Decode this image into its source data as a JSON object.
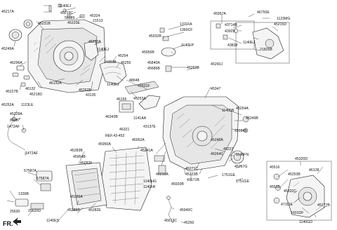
{
  "labels": [
    "45217A",
    "1140EJ",
    "45219C",
    "56389",
    "45220E",
    "45324",
    "21513",
    "45231B",
    "45249A",
    "46296A",
    "45227B",
    "46132",
    "46132A",
    "45218D",
    "45262B",
    "43135",
    "45272A",
    "1140EJ",
    "1430JB",
    "45254",
    "45255",
    "48648",
    "45931F",
    "1140EJ",
    "45253A",
    "46155",
    "45252A",
    "1123LE",
    "45228A",
    "89087",
    "1472AF",
    "1472AF",
    "46343B",
    "46321",
    "1141AA",
    "43137E",
    "1311FA",
    "1360CF",
    "45932B",
    "1140EP",
    "45956B",
    "45840A",
    "45686B",
    "45262B",
    "45260J",
    "45957A",
    "46755E",
    "1123MG",
    "43714B",
    "43929",
    "43838",
    "45215D",
    "1140EJ",
    "21825B",
    "45347",
    "11405B",
    "45254A",
    "45249B",
    "43194B",
    "45950A",
    "45952A",
    "45241A",
    "45245A",
    "45227",
    "45264C",
    "1140FN",
    "45283B",
    "45954B",
    "45283F",
    "1140HG",
    "1140HF",
    "45271C",
    "45323B",
    "43171B",
    "45920B",
    "45267G",
    "1751GE",
    "1751GE",
    "45320D",
    "45516",
    "45253B",
    "46128",
    "45516",
    "45332C",
    "47111E",
    "1601DF",
    "45277B",
    "57587A",
    "57587A",
    "1339B",
    "25630",
    "25620D",
    "45286A",
    "45285B",
    "45282E",
    "1140ES",
    "45940C",
    "45612C",
    "45260",
    "1140GD",
    "46210A",
    "REF.43-452",
    "FR."
  ]
}
